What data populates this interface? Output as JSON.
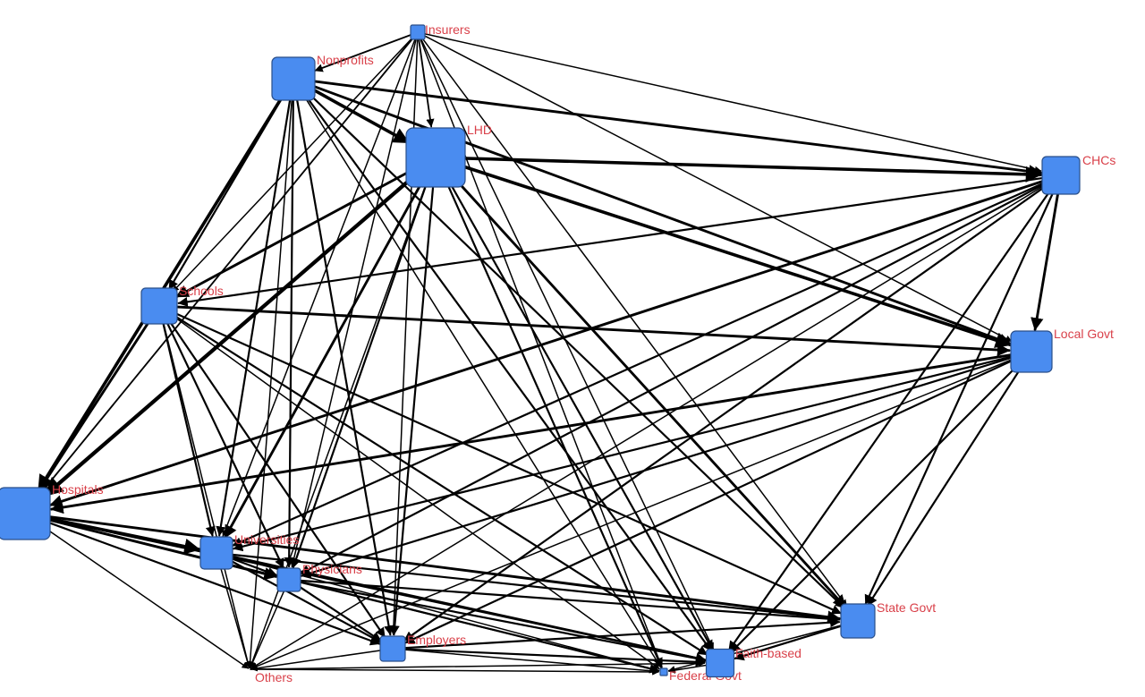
{
  "diagram": {
    "type": "network",
    "title": "",
    "colors": {
      "node_fill": "#4a8cf0",
      "node_stroke": "#2a4f8a",
      "label": "#d9414a",
      "edge": "#000000",
      "background": "#ffffff"
    },
    "nodes": [
      {
        "id": "insurers",
        "label": "Insurers",
        "weight": 1
      },
      {
        "id": "nonprofits",
        "label": "Nonprofits",
        "weight": 3
      },
      {
        "id": "lhd",
        "label": "LHD",
        "weight": 5
      },
      {
        "id": "chcs",
        "label": "CHCs",
        "weight": 3
      },
      {
        "id": "schools",
        "label": "Schools",
        "weight": 3
      },
      {
        "id": "localgovt",
        "label": "Local Govt",
        "weight": 3
      },
      {
        "id": "hospitals",
        "label": "Hospitals",
        "weight": 4
      },
      {
        "id": "universities",
        "label": "Universities",
        "weight": 2.5
      },
      {
        "id": "physicians",
        "label": "Physicians",
        "weight": 2
      },
      {
        "id": "others",
        "label": "Others",
        "weight": 0
      },
      {
        "id": "employers",
        "label": "Employers",
        "weight": 2
      },
      {
        "id": "federalgovt",
        "label": "Federal Govt",
        "weight": 0.5
      },
      {
        "id": "faithbased",
        "label": "Faith-based",
        "weight": 2
      },
      {
        "id": "stategovt",
        "label": "State Govt",
        "weight": 2.5
      }
    ],
    "edges": [
      [
        "nonprofits",
        "lhd",
        4
      ],
      [
        "nonprofits",
        "chcs",
        3
      ],
      [
        "nonprofits",
        "localgovt",
        3
      ],
      [
        "nonprofits",
        "hospitals",
        4
      ],
      [
        "nonprofits",
        "schools",
        2
      ],
      [
        "nonprofits",
        "universities",
        2
      ],
      [
        "nonprofits",
        "physicians",
        2
      ],
      [
        "nonprofits",
        "employers",
        2
      ],
      [
        "nonprofits",
        "stategovt",
        2
      ],
      [
        "nonprofits",
        "faithbased",
        2
      ],
      [
        "nonprofits",
        "federalgovt",
        1
      ],
      [
        "nonprofits",
        "others",
        1
      ],
      [
        "insurers",
        "nonprofits",
        1.5
      ],
      [
        "insurers",
        "lhd",
        1.5
      ],
      [
        "insurers",
        "chcs",
        1
      ],
      [
        "insurers",
        "localgovt",
        1
      ],
      [
        "insurers",
        "hospitals",
        1.5
      ],
      [
        "insurers",
        "universities",
        1
      ],
      [
        "insurers",
        "physicians",
        1
      ],
      [
        "insurers",
        "employers",
        1
      ],
      [
        "insurers",
        "stategovt",
        1
      ],
      [
        "insurers",
        "faithbased",
        1
      ],
      [
        "insurers",
        "schools",
        1
      ],
      [
        "insurers",
        "federalgovt",
        1
      ],
      [
        "lhd",
        "chcs",
        4
      ],
      [
        "lhd",
        "localgovt",
        4
      ],
      [
        "lhd",
        "hospitals",
        5
      ],
      [
        "lhd",
        "schools",
        3
      ],
      [
        "lhd",
        "universities",
        3
      ],
      [
        "lhd",
        "physicians",
        2
      ],
      [
        "lhd",
        "employers",
        2
      ],
      [
        "lhd",
        "stategovt",
        3
      ],
      [
        "lhd",
        "faithbased",
        2
      ],
      [
        "lhd",
        "federalgovt",
        2
      ],
      [
        "lhd",
        "others",
        1
      ],
      [
        "chcs",
        "localgovt",
        3
      ],
      [
        "chcs",
        "hospitals",
        3
      ],
      [
        "chcs",
        "schools",
        2
      ],
      [
        "chcs",
        "universities",
        2
      ],
      [
        "chcs",
        "physicians",
        2
      ],
      [
        "chcs",
        "employers",
        2
      ],
      [
        "chcs",
        "stategovt",
        2
      ],
      [
        "chcs",
        "faithbased",
        2
      ],
      [
        "chcs",
        "others",
        1
      ],
      [
        "schools",
        "localgovt",
        3
      ],
      [
        "schools",
        "hospitals",
        3
      ],
      [
        "schools",
        "universities",
        2
      ],
      [
        "schools",
        "physicians",
        2
      ],
      [
        "schools",
        "employers",
        2
      ],
      [
        "schools",
        "stategovt",
        2
      ],
      [
        "schools",
        "faithbased",
        2
      ],
      [
        "schools",
        "federalgovt",
        1
      ],
      [
        "schools",
        "others",
        1
      ],
      [
        "localgovt",
        "hospitals",
        3
      ],
      [
        "localgovt",
        "universities",
        2
      ],
      [
        "localgovt",
        "physicians",
        2
      ],
      [
        "localgovt",
        "employers",
        2
      ],
      [
        "localgovt",
        "stategovt",
        2
      ],
      [
        "localgovt",
        "faithbased",
        2
      ],
      [
        "localgovt",
        "others",
        1
      ],
      [
        "hospitals",
        "universities",
        4
      ],
      [
        "hospitals",
        "physicians",
        3
      ],
      [
        "hospitals",
        "employers",
        2
      ],
      [
        "hospitals",
        "stategovt",
        3
      ],
      [
        "hospitals",
        "faithbased",
        2
      ],
      [
        "hospitals",
        "federalgovt",
        2
      ],
      [
        "hospitals",
        "others",
        1
      ],
      [
        "universities",
        "physicians",
        2
      ],
      [
        "universities",
        "employers",
        2
      ],
      [
        "universities",
        "stategovt",
        2
      ],
      [
        "universities",
        "faithbased",
        2
      ],
      [
        "universities",
        "federalgovt",
        1
      ],
      [
        "universities",
        "others",
        1
      ],
      [
        "physicians",
        "employers",
        2
      ],
      [
        "physicians",
        "stategovt",
        2
      ],
      [
        "physicians",
        "faithbased",
        2
      ],
      [
        "physicians",
        "federalgovt",
        1
      ],
      [
        "physicians",
        "others",
        1
      ],
      [
        "employers",
        "stategovt",
        2
      ],
      [
        "employers",
        "faithbased",
        2
      ],
      [
        "employers",
        "federalgovt",
        1
      ],
      [
        "employers",
        "others",
        1
      ],
      [
        "stategovt",
        "faithbased",
        2
      ],
      [
        "stategovt",
        "federalgovt",
        1
      ],
      [
        "others",
        "federalgovt",
        1
      ],
      [
        "others",
        "faithbased",
        1
      ],
      [
        "faithbased",
        "federalgovt",
        1
      ]
    ]
  }
}
